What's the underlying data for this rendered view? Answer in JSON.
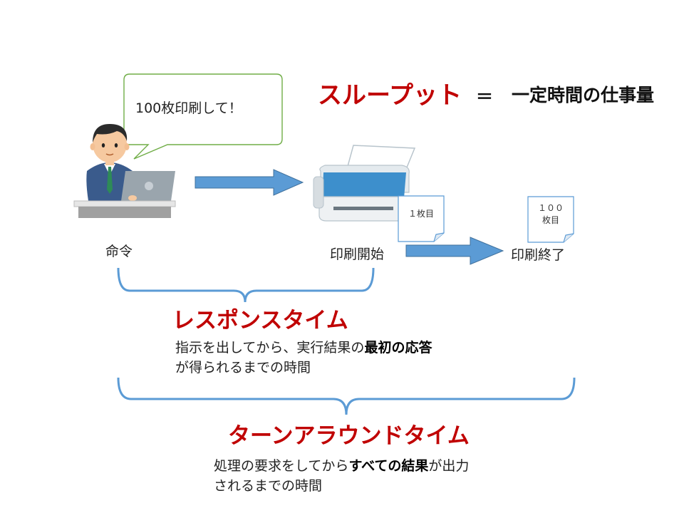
{
  "speech": {
    "text": "100枚印刷して！"
  },
  "throughput": {
    "term": "スループット",
    "equals": "＝",
    "definition": "一定時間の仕事量"
  },
  "labels": {
    "command": "命令",
    "print_start": "印刷開始",
    "print_end": "印刷終了"
  },
  "notes": {
    "first_page": "１枚目",
    "last_page_line1": "１００",
    "last_page_line2": "枚目"
  },
  "response_time": {
    "title": "レスポンスタイム",
    "desc_prefix": "指示を出してから、実行結果の",
    "desc_bold": "最初の応答",
    "desc_line2": "が得られるまでの時間"
  },
  "turnaround_time": {
    "title": "ターンアラウンドタイム",
    "desc_prefix": "処理の要求をしてから",
    "desc_bold": "すべての結果",
    "desc_suffix": "が出力",
    "desc_line2": "されるまでの時間"
  },
  "colors": {
    "accent_red": "#c00000",
    "arrow_blue": "#5b9bd5",
    "bracket_blue": "#5b9bd5",
    "bubble_green": "#70ad47"
  },
  "icons": [
    "office-worker-icon",
    "laptop-icon",
    "printer-icon",
    "paper-note-icon"
  ]
}
